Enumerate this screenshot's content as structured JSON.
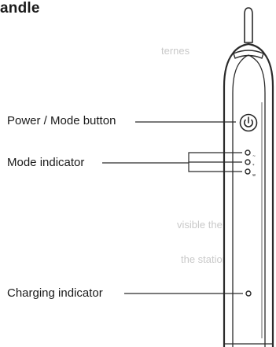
{
  "title": "andle",
  "labels": {
    "power": "Power / Mode button",
    "mode": "Mode indicator",
    "charging": "Charging indicator"
  },
  "colors": {
    "line": "#2a2a2a",
    "text": "#1a1a1a",
    "ghost_text": "#c9c9c9"
  },
  "icons": {
    "power_button": "power-icon",
    "indicator": "indicator-led-icon"
  }
}
